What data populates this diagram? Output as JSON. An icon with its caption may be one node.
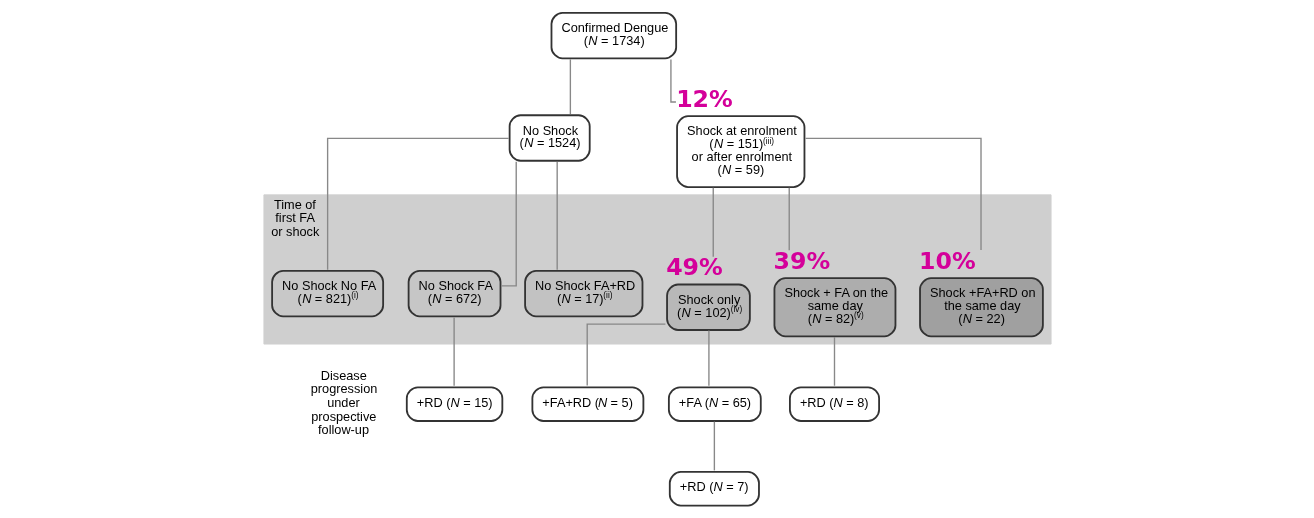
{
  "diagram": {
    "nodes": [
      {
        "text": [
          "Confirmed Dengue (*N* = 1734)"
        ]
      },
      {
        "text": [
          "No Shock (*N* = 1524)"
        ]
      },
      {
        "text": [
          "Shock at enrolment (*N* = 151)$^{(iii)}$ or after enrolment (*N* = 59)"
        ],
        "beside": [
          "12%"
        ]
      },
      {
        "text": [
          "Time of first FA or shock"
        ]
      },
      {
        "text": [
          "No Shock No FA (*N* = 821)$^{(i)}$"
        ],
        "in": 3
      },
      {
        "text": [
          "No Shock FA (*N* = 672)"
        ],
        "in": 3
      },
      {
        "text": [
          "No Shock FA+RD (*N* = 17)$^{(ii)}$"
        ],
        "in": 3
      },
      {
        "text": [
          "Shock only (*N* = 102)$^{(iv)}$"
        ],
        "in": 3,
        "beside": [
          "49%"
        ]
      },
      {
        "text": [
          "Shock + FA on the same day (*N* = 82)$^{(v)}$"
        ],
        "in": 3,
        "beside": [
          "39%"
        ]
      },
      {
        "text": [
          "Shock +FA+RD on the same day (*N* = 22)"
        ],
        "in": 3,
        "beside": [
          "10%"
        ]
      },
      {
        "text": [
          "+RD (*N* = 15)"
        ]
      },
      {
        "text": [
          "+FA (*N* = 65)"
        ]
      },
      {
        "text": [
          "+FA+RD (*N* = 5)"
        ]
      },
      {
        "text": [
          "+RD (*N* = 8)"
        ]
      },
      {
        "text": [
          "+RD (*N* = 7)"
        ]
      }
    ],
    "edges": [
      {
        "from": 0,
        "to": 1,
        "arrow": "none"
      },
      {
        "from": 0,
        "to": 2,
        "arrow": "none"
      },
      {
        "from": 1,
        "to": 4,
        "arrow": "none"
      },
      {
        "from": 1,
        "to": 5,
        "arrow": "none"
      },
      {
        "from": 1,
        "to": 6,
        "arrow": "none"
      },
      {
        "from": 2,
        "to": 7,
        "arrow": "none"
      },
      {
        "from": 2,
        "to": 8,
        "arrow": "none"
      },
      {
        "from": 2,
        "to": 9,
        "arrow": "none"
      },
      {
        "from": 5,
        "to": 10,
        "arrow": "none"
      },
      {
        "from": 7,
        "to": 11,
        "arrow": "none"
      },
      {
        "from": 7,
        "to": 12,
        "arrow": "none"
      },
      {
        "from": 8,
        "to": 13,
        "arrow": "none"
      },
      {
        "from": 11,
        "to": 14,
        "arrow": "none"
      }
    ],
    "labels": [
      "Disease progression under prospective follow-up"
    ]
  }
}
